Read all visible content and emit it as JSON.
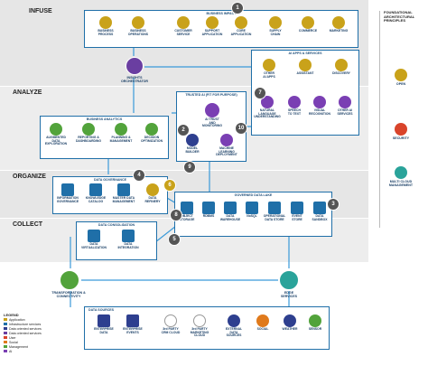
{
  "colors": {
    "application": "#c9a21a",
    "infrastructure": "#1f6fa8",
    "data_oriented": "#2e3f8f",
    "data_oriented_alt": "#6a3ea1",
    "user": "#d9442b",
    "social": "#e07a1c",
    "management": "#52a33b",
    "ai": "#7a3fb3",
    "band": "#e6e6e6",
    "border": "#1f6fa8",
    "badge": "#555555",
    "line": "#3a9ad9"
  },
  "layers": {
    "infuse": "INFUSE",
    "analyze": "ANALYZE",
    "organize": "ORGANIZE",
    "collect": "COLLECT"
  },
  "business_impact": {
    "title": "BUSINESS IMPACT",
    "items": [
      {
        "label": "BUSINESS\nPROCESS",
        "icon": "process-icon",
        "color": "#c9a21a"
      },
      {
        "label": "BUSINESS\nOPERATIONS",
        "icon": "operations-icon",
        "color": "#c9a21a"
      },
      {
        "label": "CUSTOMER\nSERVICE",
        "icon": "customer-service-icon",
        "color": "#c9a21a"
      },
      {
        "label": "SUPPORT\nAPPLICATION",
        "icon": "support-app-icon",
        "color": "#c9a21a"
      },
      {
        "label": "CORE\nAPPLICATION",
        "icon": "core-app-icon",
        "color": "#c9a21a"
      },
      {
        "label": "SUPPLY\nCHAIN",
        "icon": "supply-chain-icon",
        "color": "#c9a21a"
      },
      {
        "label": "COMMERCE",
        "icon": "commerce-icon",
        "color": "#c9a21a"
      },
      {
        "label": "MARKETING",
        "icon": "marketing-icon",
        "color": "#c9a21a"
      }
    ]
  },
  "insights_orchestrator": {
    "label": "INSIGHTS\nORCHESTRATOR",
    "icon": "orchestrator-icon"
  },
  "ai_apps": {
    "title": "AI APPS & SERVICES",
    "items": [
      {
        "label": "OTHER\nAI APPS",
        "icon": "ai-apps-icon",
        "color": "#c9a21a"
      },
      {
        "label": "ASSISTANT",
        "icon": "assistant-icon",
        "color": "#c9a21a"
      },
      {
        "label": "DISCOVERY",
        "icon": "discovery-icon",
        "color": "#c9a21a"
      },
      {
        "label": "NATURAL\nLANGUAGE\nUNDERSTANDING",
        "icon": "nlu-icon",
        "color": "#7a3fb3"
      },
      {
        "label": "SPEECH\nTO TEXT",
        "icon": "speech-icon",
        "color": "#7a3fb3"
      },
      {
        "label": "VISUAL\nRECOGNITION",
        "icon": "visual-icon",
        "color": "#7a3fb3"
      },
      {
        "label": "OTHER AI\nSERVICES",
        "icon": "ai-services-icon",
        "color": "#7a3fb3"
      }
    ]
  },
  "trusted_ai": {
    "title": "TRUSTED AI (FIT FOR PURPOSE)",
    "items": [
      {
        "label": "AI TRUST\nAND\nMONITORING",
        "icon": "trust-icon",
        "color": "#7a3fb3"
      },
      {
        "label": "MODEL\nBUILDER",
        "icon": "model-builder-icon",
        "color": "#2e3f8f"
      },
      {
        "label": "MACHINE\nLEARNING\nDEPLOYMENT",
        "icon": "ml-deploy-icon",
        "color": "#7a3fb3"
      }
    ]
  },
  "business_analytics": {
    "title": "BUSINESS ANALYTICS",
    "items": [
      {
        "label": "AUGMENTED\nDATA\nEXPLORATION",
        "icon": "exploration-icon",
        "color": "#52a33b"
      },
      {
        "label": "REPORTING &\nDASHBOARDING",
        "icon": "reporting-icon",
        "color": "#52a33b"
      },
      {
        "label": "PLANNING &\nMANAGEMENT",
        "icon": "planning-icon",
        "color": "#52a33b"
      },
      {
        "label": "DECISION\nOPTIMIZATION",
        "icon": "decision-icon",
        "color": "#52a33b"
      }
    ]
  },
  "data_governance": {
    "title": "DATA GOVERNANCE",
    "items": [
      {
        "label": "INFORMATION\nGOVERNANCE",
        "icon": "governance-icon",
        "color": "#1f6fa8"
      },
      {
        "label": "KNOWLEDGE\nCATALOG",
        "icon": "catalog-icon",
        "color": "#1f6fa8"
      },
      {
        "label": "MASTER DATA\nMANAGEMENT",
        "icon": "mdm-icon",
        "color": "#1f6fa8"
      },
      {
        "label": "DATA\nREFINERY",
        "icon": "refinery-icon",
        "color": "#c9a21a"
      }
    ]
  },
  "data_lake": {
    "title": "GOVERNED DATA LAKE",
    "items": [
      {
        "label": "OBJECT\nSTORAGE",
        "icon": "object-storage-icon"
      },
      {
        "label": "RDBMS",
        "icon": "rdbms-icon"
      },
      {
        "label": "DATA\nWAREHOUSE",
        "icon": "warehouse-icon"
      },
      {
        "label": "NoSQL",
        "icon": "nosql-icon"
      },
      {
        "label": "OPERATIONAL\nDATA STORE",
        "icon": "ods-icon"
      },
      {
        "label": "EVENT\nSTORE",
        "icon": "event-store-icon"
      },
      {
        "label": "DATA\nSANDBOX",
        "icon": "sandbox-icon"
      }
    ]
  },
  "data_consolidation": {
    "title": "DATA CONSOLIDATION",
    "items": [
      {
        "label": "DATA\nVIRTUALIZATION",
        "icon": "virtualization-icon"
      },
      {
        "label": "DATA\nINTEGRATION",
        "icon": "integration-icon"
      }
    ]
  },
  "transformation": {
    "label": "TRANSFORMATION &\nCONNECTIVITY",
    "icon": "transformation-icon"
  },
  "edge_services": {
    "label": "EDGE\nSERVICES",
    "icon": "edge-icon"
  },
  "data_sources": {
    "title": "DATA SOURCES",
    "items": [
      {
        "label": "ENTERPRISE\nDATA",
        "icon": "enterprise-data-icon",
        "color": "#2e3f8f"
      },
      {
        "label": "ENTERPRISE\nEVENTS",
        "icon": "enterprise-events-icon",
        "color": "#2e3f8f"
      },
      {
        "label": "3rd PARTY\nCRM CLOUD",
        "icon": "cloud-icon",
        "color": "#ffffff"
      },
      {
        "label": "3rd PARTY\nMARKETING\nCLOUD",
        "icon": "cloud-icon",
        "color": "#ffffff"
      },
      {
        "label": "EXTERNAL\nDATA\nSOURCES",
        "icon": "external-icon",
        "color": "#2e3f8f"
      },
      {
        "label": "SOCIAL",
        "icon": "social-icon",
        "color": "#e07a1c"
      },
      {
        "label": "WEATHER",
        "icon": "weather-icon",
        "color": "#2e3f8f"
      },
      {
        "label": "SENSOR",
        "icon": "sensor-icon",
        "color": "#52a33b"
      }
    ]
  },
  "badges": [
    "1",
    "2",
    "3",
    "4",
    "5",
    "6",
    "7",
    "8",
    "9",
    "10"
  ],
  "foundational": {
    "title": "FOUNDATIONAL\nARCHITECTURAL\nPRINCIPLES",
    "items": [
      {
        "label": "OPEN",
        "icon": "open-icon",
        "color": "#c9a21a"
      },
      {
        "label": "SECURITY",
        "icon": "security-icon",
        "color": "#d9442b"
      },
      {
        "label": "MULTI CLOUD\nMANAGEMENT",
        "icon": "multicloud-icon",
        "color": "#2aa39a"
      }
    ]
  },
  "legend": {
    "title": "LEGEND",
    "items": [
      {
        "label": "Application",
        "color": "#c9a21a"
      },
      {
        "label": "Infrastructure services",
        "color": "#1f6fa8"
      },
      {
        "label": "Data oriented services",
        "color": "#2e3f8f"
      },
      {
        "label": "Data oriented services",
        "color": "#6a3ea1"
      },
      {
        "label": "User",
        "color": "#d9442b"
      },
      {
        "label": "Social",
        "color": "#e07a1c"
      },
      {
        "label": "Management",
        "color": "#52a33b"
      },
      {
        "label": "AI",
        "color": "#7a3fb3"
      }
    ]
  }
}
